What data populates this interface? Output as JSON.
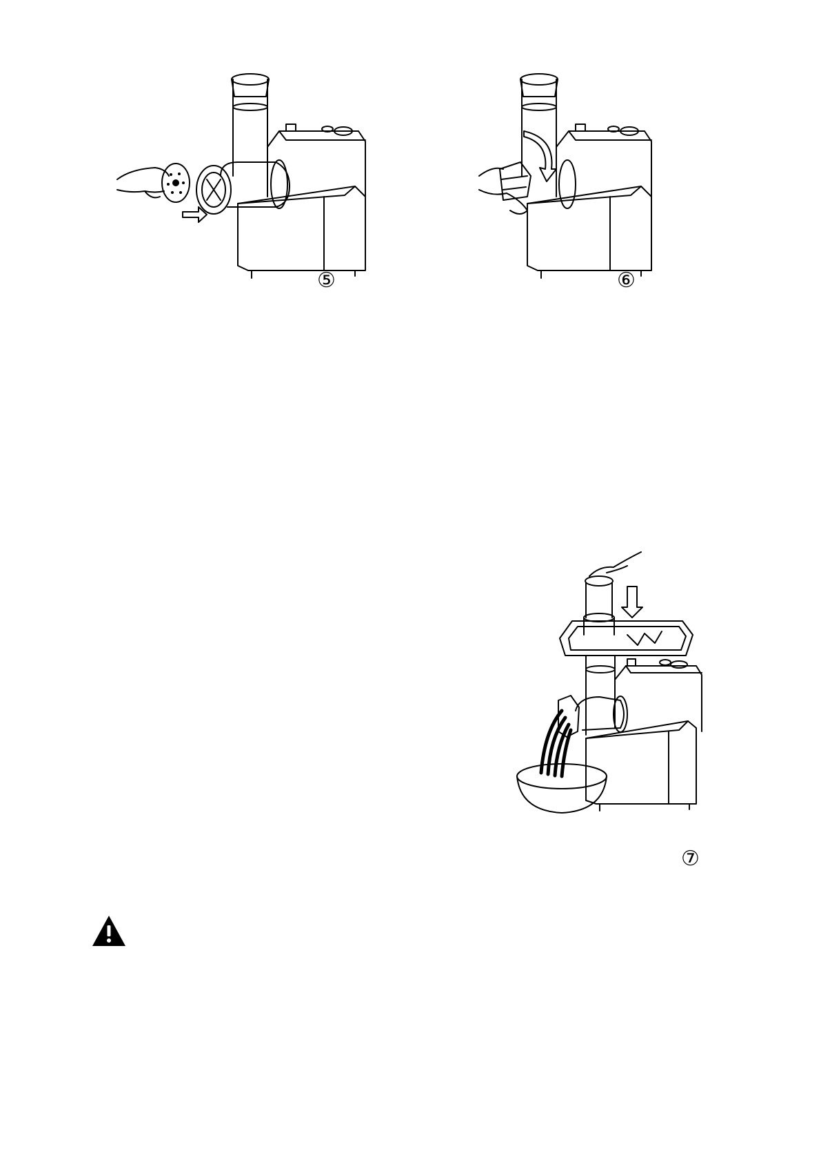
{
  "figures": [
    {
      "step": "⑤"
    },
    {
      "step": "⑥"
    },
    {
      "step": "⑦"
    }
  ]
}
